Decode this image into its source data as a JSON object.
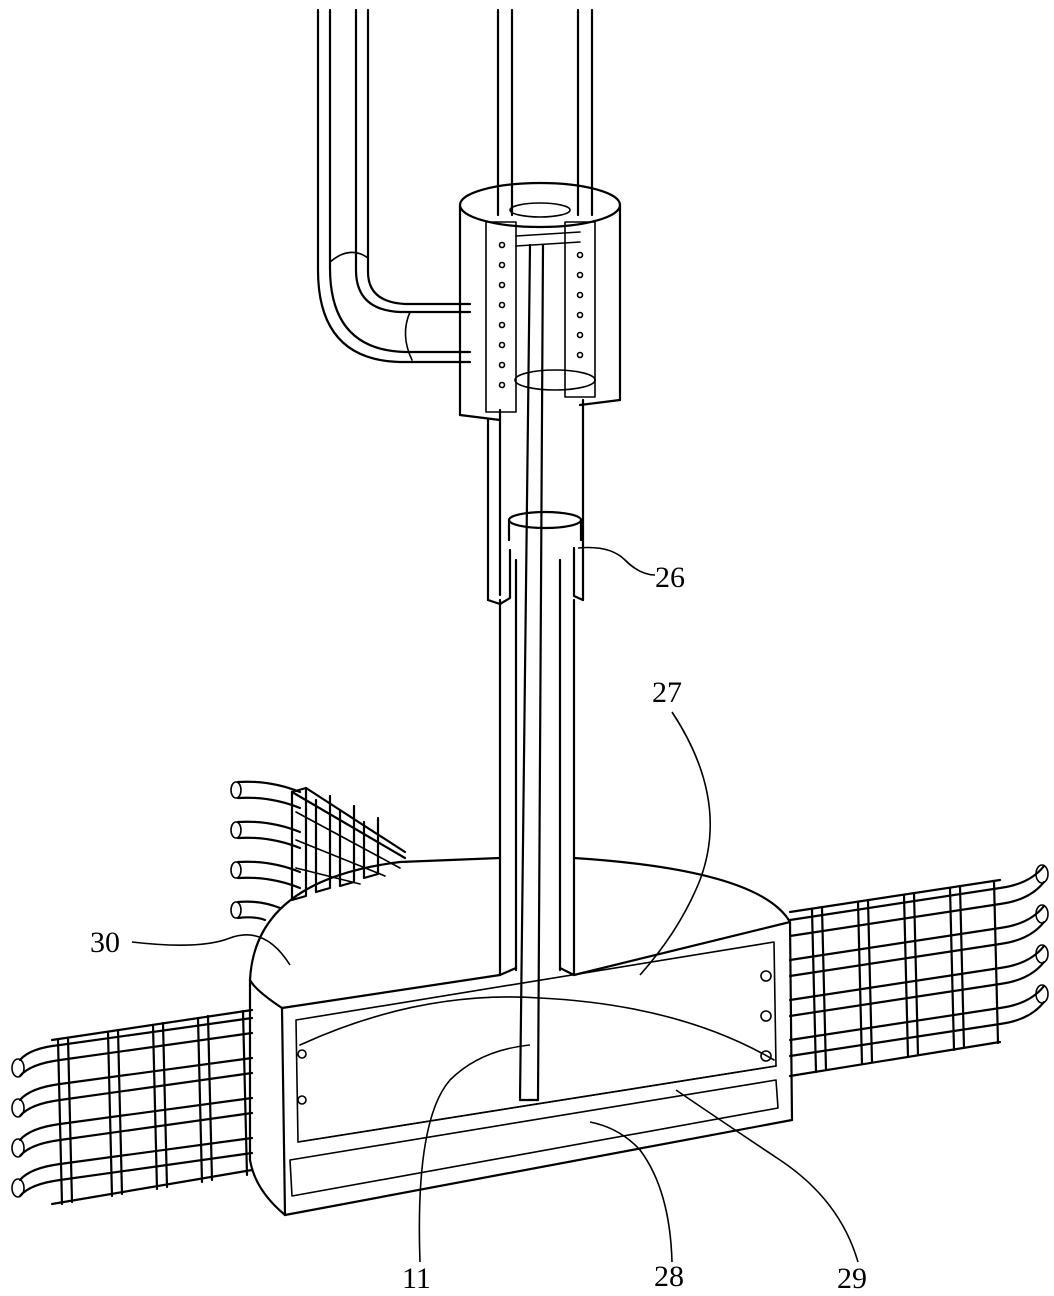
{
  "labels": {
    "l11": "11",
    "l26": "26",
    "l27": "27",
    "l28": "28",
    "l29": "29",
    "l30": "30"
  },
  "colors": {
    "line": "#000000",
    "background": "#ffffff"
  }
}
